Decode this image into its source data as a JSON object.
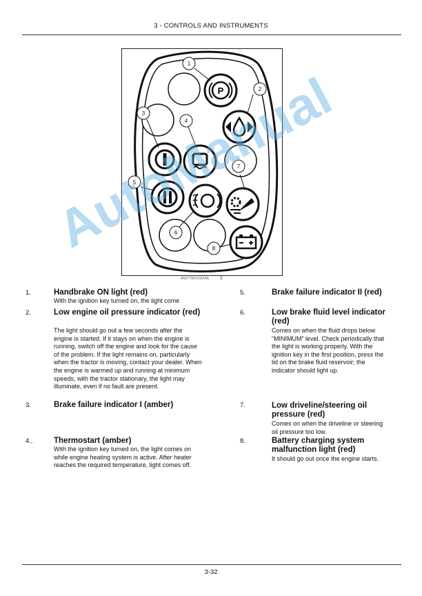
{
  "header": {
    "title": "3 - CONTROLS AND INSTRUMENTS"
  },
  "figure": {
    "code": "AN17TRO1022AA",
    "number": "2",
    "callouts": [
      "1",
      "2",
      "3",
      "4",
      "5",
      "6",
      "7",
      "8"
    ]
  },
  "items": [
    {
      "num": "1.",
      "title": "Handbrake ON light (red)",
      "desc": "With the ignition key turned on, the light come"
    },
    {
      "num": "2.",
      "title": "Low engine oil pressure indicator (red)",
      "desc": "The light should go out a few seconds after the engine is started. If it stays on when the engine is running, switch off the engine and look for the cause of the problem. If the light remains on, particularly when the tractor is moving, contact your dealer. When the engine is warmed up and running at minimum speeds, with the tractor stationary, the light may illuminate, even if no fault are present."
    },
    {
      "num": "3.",
      "title": "Brake failure indicator I (amber)",
      "desc": ""
    },
    {
      "num": "4..",
      "title": "Thermostart (amber)",
      "desc": "With the ignition key turned on, the light comes on while engine heating system is active. After heater reaches the required temperature, light comes off."
    },
    {
      "num": "5.",
      "title": "Brake failure indicator II (red)",
      "desc": ""
    },
    {
      "num": "6.",
      "title": "Low brake fluid level indicator (red)",
      "desc": "Comes on when the fluid drops below “MINIMUM” level. Check periodically that the light is working properly. With the ignition key in the first position, press the lid on the brake fluid reservoir; the indicator should light up."
    },
    {
      "num": "7.",
      "title": "Low driveline/steering oil pressure (red)",
      "desc": "Comes on when the driveline or steering oil pressure too low."
    },
    {
      "num": "8.",
      "title": "Battery charging system malfunction light (red)",
      "desc": "It should go out once the engine starts."
    }
  ],
  "watermark": "AutoManual",
  "footer": {
    "page": "3-32"
  }
}
